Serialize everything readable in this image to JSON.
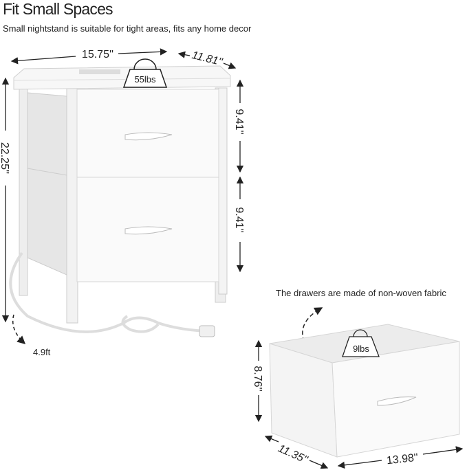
{
  "header": {
    "title": "Fit Small Spaces",
    "subtitle": "Small nightstand is suitable for tight areas, fits any home decor"
  },
  "nightstand": {
    "width": "15.75''",
    "depth": "11.81''",
    "height": "22.25''",
    "drawer_height_top": "9.41''",
    "drawer_height_bottom": "9.41''",
    "top_load": "55lbs",
    "cord_length": "4.9ft"
  },
  "drawer": {
    "caption": "The drawers are made of non-woven fabric",
    "load": "9lbs",
    "height": "8.76''",
    "depth": "11.35''",
    "width": "13.98''"
  },
  "colors": {
    "furniture": "#f7f7f7",
    "outline": "#222222"
  }
}
